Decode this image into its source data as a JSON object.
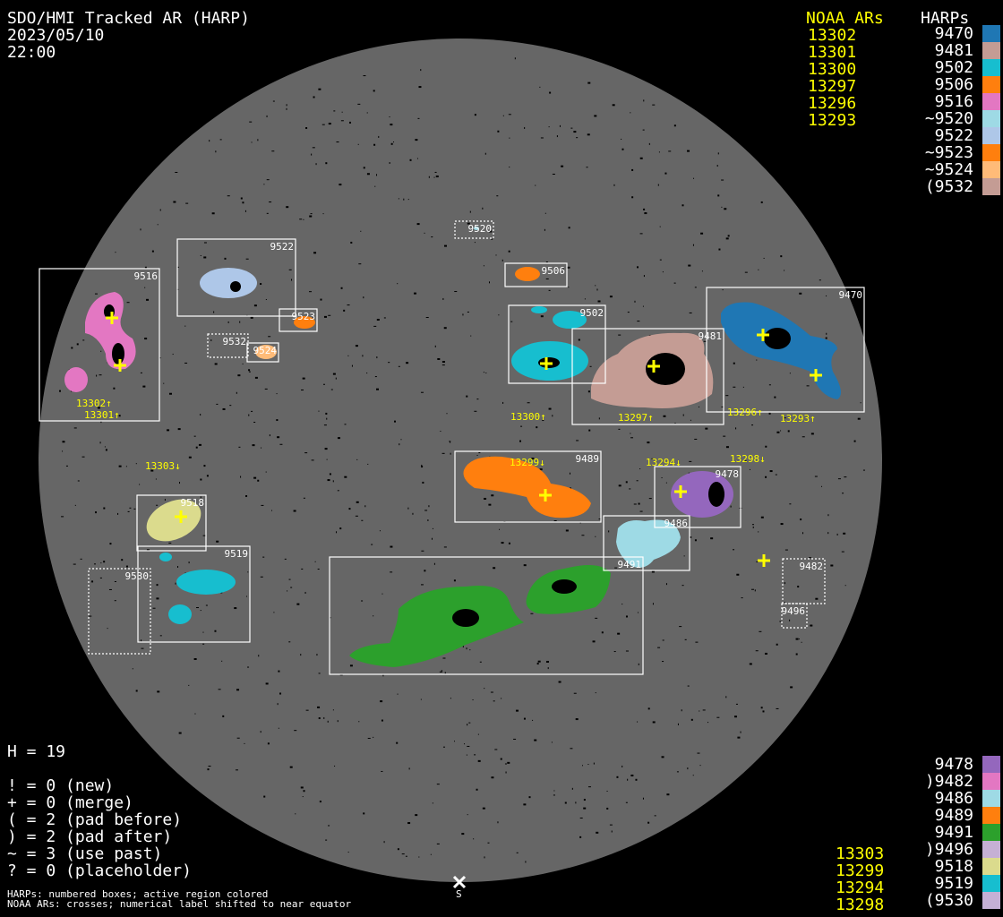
{
  "header": {
    "title": "SDO/HMI Tracked AR (HARP)",
    "date": "2023/05/10",
    "time": "22:00"
  },
  "legend_top": {
    "noaa_heading": "NOAA ARs",
    "harp_heading": "HARPs",
    "noaa": [
      "13302",
      "13301",
      "13300",
      "13297",
      "13296",
      "13293"
    ],
    "harps": [
      {
        "label": "9470",
        "color": "#1f77b4"
      },
      {
        "label": "9481",
        "color": "#c49c94"
      },
      {
        "label": "9502",
        "color": "#17becf"
      },
      {
        "label": "9506",
        "color": "#ff7f0e"
      },
      {
        "label": "9516",
        "color": "#e377c2"
      },
      {
        "label": "~9520",
        "color": "#9edae5"
      },
      {
        "label": "9522",
        "color": "#aec7e8"
      },
      {
        "label": "~9523",
        "color": "#ff7f0e"
      },
      {
        "label": "~9524",
        "color": "#ffbb78"
      },
      {
        "label": "(9532",
        "color": "#c49c94"
      }
    ]
  },
  "legend_bottom": {
    "noaa": [
      "13303",
      "13299",
      "13294",
      "13298"
    ],
    "harps": [
      {
        "label": "9478",
        "color": "#9467bd"
      },
      {
        "label": ")9482",
        "color": "#e377c2"
      },
      {
        "label": "9486",
        "color": "#9edae5"
      },
      {
        "label": "9489",
        "color": "#ff7f0e"
      },
      {
        "label": "9491",
        "color": "#2ca02c"
      },
      {
        "label": ")9496",
        "color": "#c5b0d5"
      },
      {
        "label": "9518",
        "color": "#dbdb8d"
      },
      {
        "label": "9519",
        "color": "#17becf"
      },
      {
        "label": "(9530",
        "color": "#c5b0d5"
      }
    ]
  },
  "stats": {
    "h": "H = 19",
    "lines": [
      "! = 0 (new)",
      "+ = 0 (merge)",
      "( = 2 (pad before)",
      ") = 2 (pad after)",
      "~ = 3 (use past)",
      "? = 0 (placeholder)"
    ]
  },
  "footnote": [
    "HARPs: numbered boxes; active region colored",
    "NOAA ARs: crosses; numerical label shifted to near equator"
  ],
  "disk": {
    "south_marker": "S",
    "box_labels": {
      "b9516": "9516",
      "b9522": "9522",
      "b9523": "9523",
      "b9532": "9532",
      "b9524": "9524",
      "b9520": "9520",
      "b9506": "9506",
      "b9502": "9502",
      "b9481": "9481",
      "b9470": "9470",
      "b9489": "9489",
      "b9478": "9478",
      "b9486": "9486",
      "b9491": "9491",
      "b9518": "9518",
      "b9519": "9519",
      "b9530": "9530",
      "b9482": "9482",
      "b9496": "9496"
    },
    "noaa_labels": {
      "n13302": "13302↑",
      "n13301": "13301↑",
      "n13300": "13300↑",
      "n13297": "13297↑",
      "n13296": "13296↑",
      "n13293": "13293↑",
      "n13303": "13303↓",
      "n13299": "13299↓",
      "n13294": "13294↓",
      "n13298": "13298↓"
    }
  }
}
